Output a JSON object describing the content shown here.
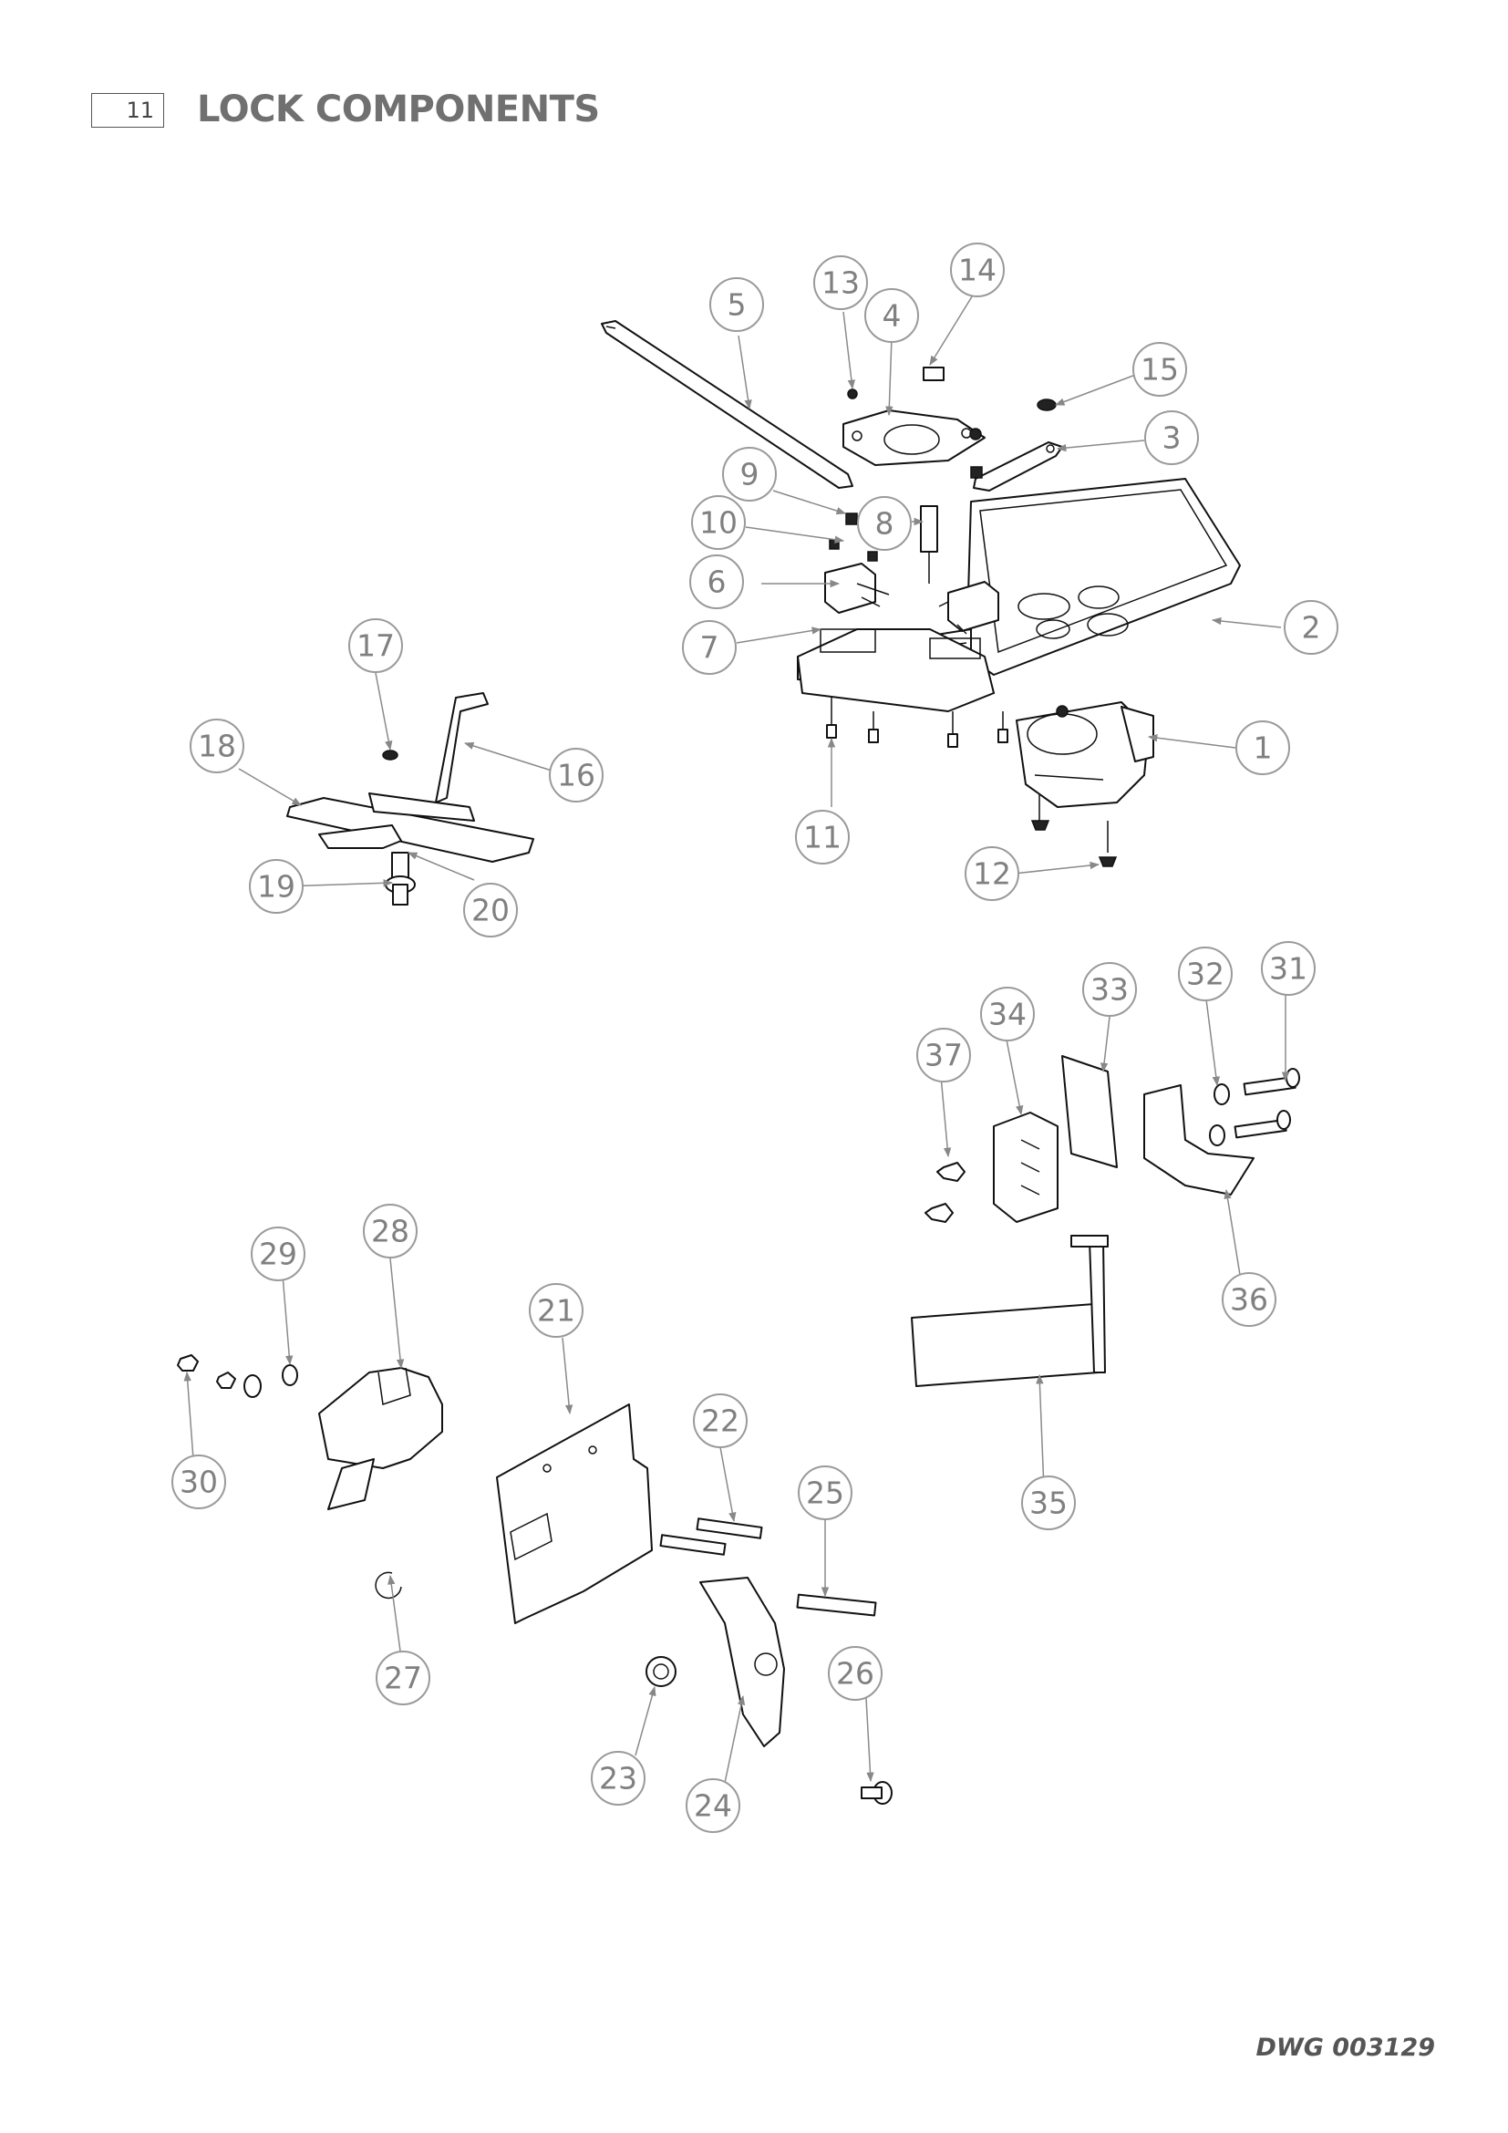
{
  "header": {
    "page_number": "11",
    "title": "LOCK COMPONENTS"
  },
  "footer": {
    "drawing_number": "DWG 003129"
  },
  "callouts": [
    "1",
    "2",
    "3",
    "4",
    "5",
    "6",
    "7",
    "8",
    "9",
    "10",
    "11",
    "12",
    "13",
    "14",
    "15",
    "16",
    "17",
    "18",
    "19",
    "20",
    "21",
    "22",
    "23",
    "24",
    "25",
    "26",
    "27",
    "28",
    "29",
    "30",
    "31",
    "32",
    "33",
    "34",
    "35",
    "36",
    "37"
  ]
}
